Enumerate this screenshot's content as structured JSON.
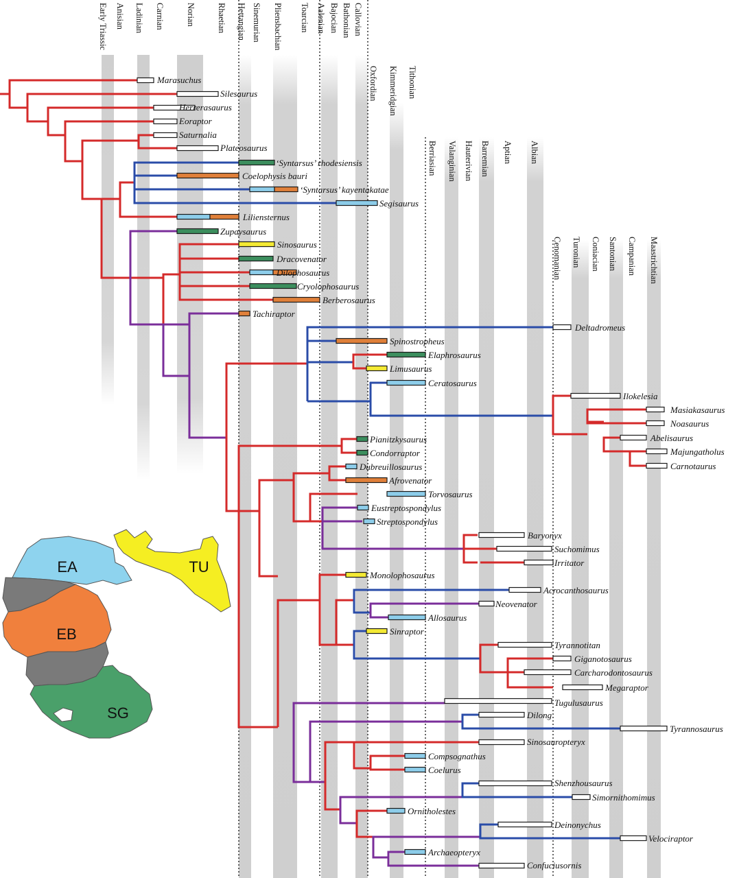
{
  "colors": {
    "red": "#d42a2a",
    "blue": "#2a4ca8",
    "purple": "#7a2e9a",
    "band": "#cfcfcf",
    "bar_white": "#ffffff",
    "bar_green": "#3c8e5e",
    "bar_orange": "#e0803a",
    "bar_lightblue": "#8dcdea",
    "bar_yellow": "#f4ea34",
    "map_EA": "#8ed3ee",
    "map_TU": "#f5ee22",
    "map_EB": "#f0803d",
    "map_SG": "#4aa06a",
    "map_gray": "#7a7a7a"
  },
  "stages": [
    "Early Triassic",
    "Anisian",
    "Ladinian",
    "Carnian",
    "Norian",
    "Rhaetian",
    "Hettangian",
    "Sinemurian",
    "Pliensbachian",
    "Toarcian",
    "Aalenian",
    "Bajocian",
    "Bathonian",
    "Callovian",
    "Oxfordian",
    "Kimmeridgian",
    "Tithonian",
    "Berriasian",
    "Valanginian",
    "Hauterivian",
    "Barremian",
    "Aptian",
    "Albian",
    "Cenomanian",
    "Turonian",
    "Coniacian",
    "Santonian",
    "Campanian",
    "Maastrichtian"
  ],
  "taxa": [
    "Marasuchus",
    "Silesaurus",
    "Herrerasaurus",
    "Eoraptor",
    "Saturnalia",
    "Plateosaurus",
    "‘Syntarsus’ rhodesiensis",
    "Coelophysis bauri",
    "‘Syntarsus’ kayentakatae",
    "Segisaurus",
    "Liliensternus",
    "Zupaysaurus",
    "Sinosaurus",
    "Dracovenator",
    "Dilophosaurus",
    "Cryolophosaurus",
    "Berberosaurus",
    "Tachiraptor",
    "Deltadromeus",
    "Spinostropheus",
    "Elaphrosaurus",
    "Limusaurus",
    "Ceratosaurus",
    "Ilokelesia",
    "Masiakasaurus",
    "Noasaurus",
    "Abelisaurus",
    "Majungatholus",
    "Carnotaurus",
    "Pianitzkysaurus",
    "Condorraptor",
    "Dubreuillosaurus",
    "Afrovenator",
    "Torvosaurus",
    "Eustreptospondylus",
    "Streptospondylus",
    "Baryonyx",
    "Suchomimus",
    "Irritator",
    "Monolophosaurus",
    "Acrocanthosaurus",
    "Neovenator",
    "Allosaurus",
    "Sinraptor",
    "Tyrannotitan",
    "Giganotosaurus",
    "Carcharodontosaurus",
    "Megaraptor",
    "Tugulusaurus",
    "Dilong",
    "Tyrannosaurus",
    "Sinosauropteryx",
    "Compsognathus",
    "Coelurus",
    "Shenzhousaurus",
    "Simornithomimus",
    "Ornitholestes",
    "Deinonychus",
    "Velociraptor",
    "Archaeopteryx",
    "Confuciusornis"
  ],
  "map_regions": [
    "EA",
    "TU",
    "EB",
    "SG"
  ]
}
